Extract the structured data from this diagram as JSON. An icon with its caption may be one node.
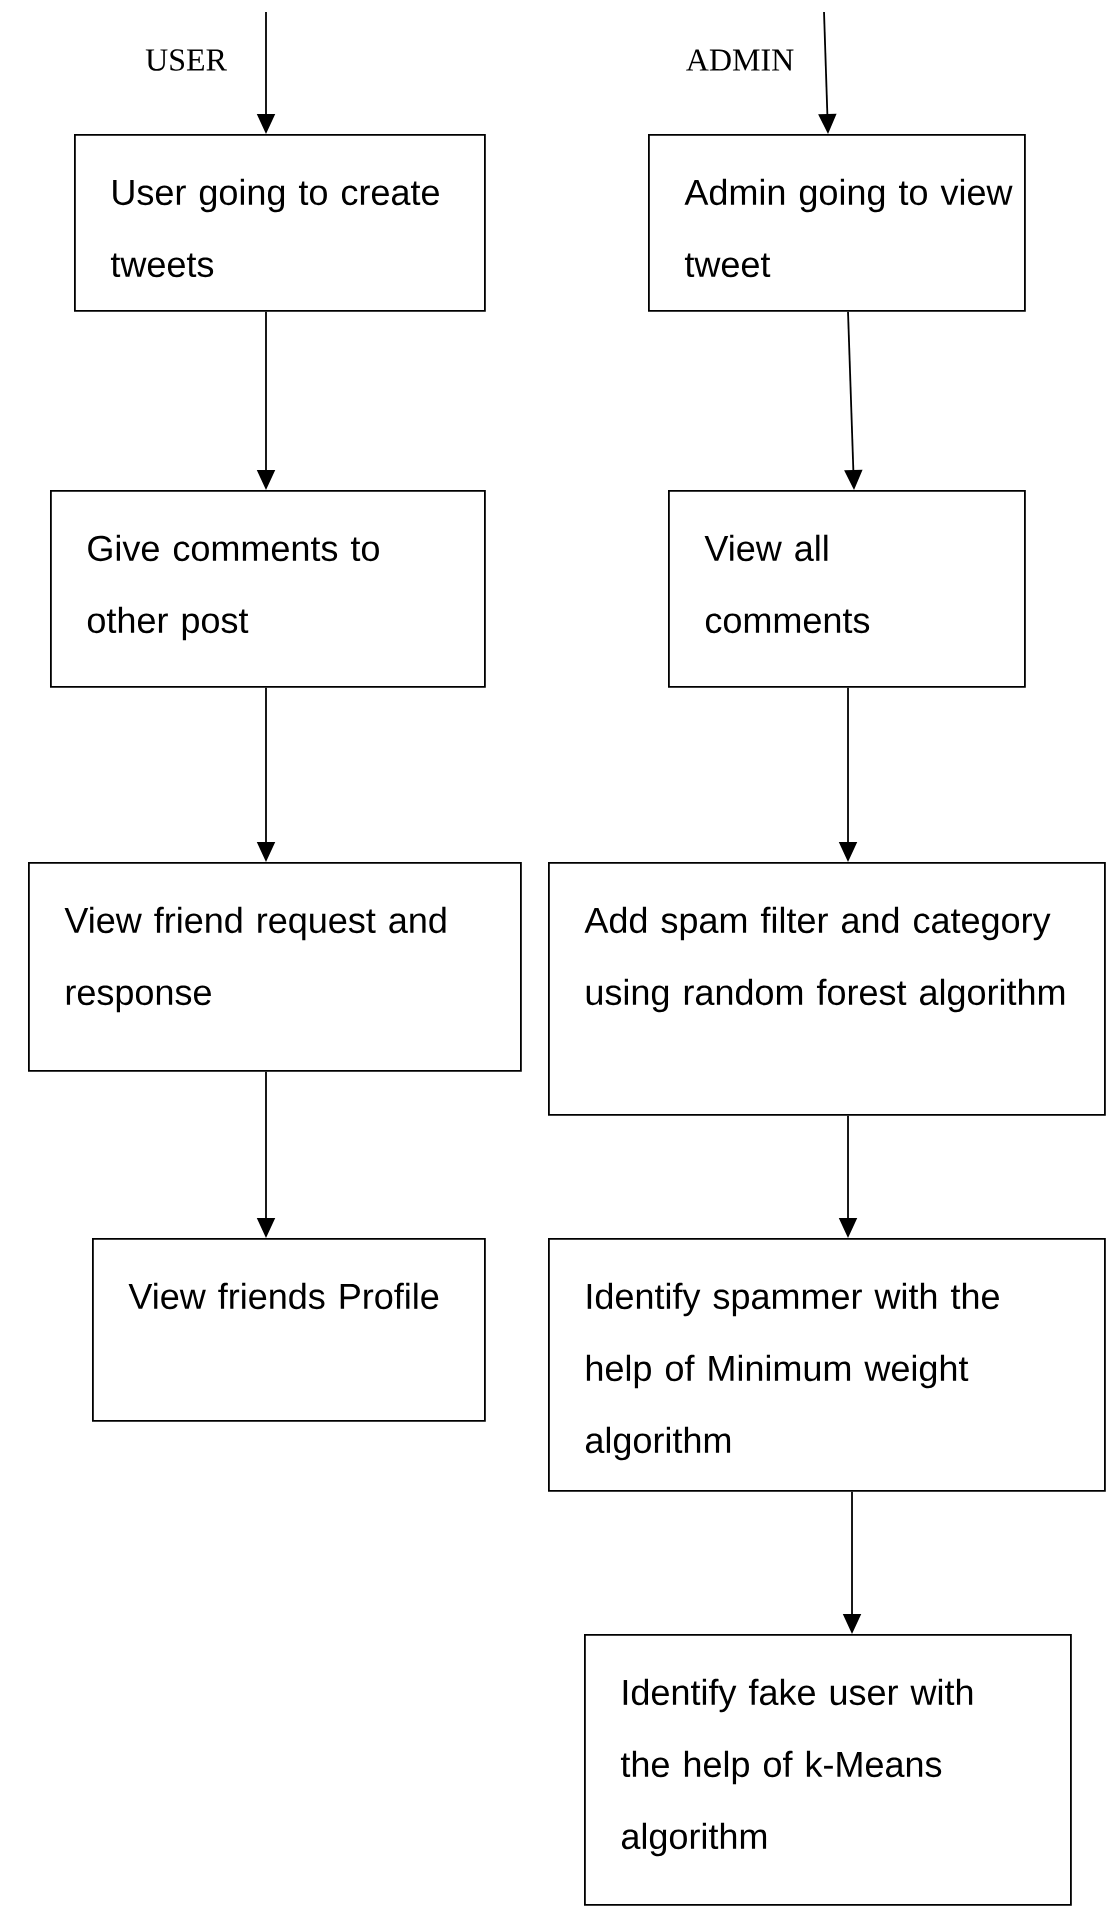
{
  "diagram": {
    "nodes": [
      {
        "text": [
          "User going to create tweets"
        ]
      },
      {
        "text": [
          "Give comments to other post"
        ]
      },
      {
        "text": [
          "View friend request and response"
        ]
      },
      {
        "text": [
          "View friends Profile"
        ]
      },
      {
        "text": [
          "Admin going to view tweet"
        ]
      },
      {
        "text": [
          "View all comments"
        ]
      },
      {
        "text": [
          "Add spam filter and category using random forest algorithm"
        ]
      },
      {
        "text": [
          "Identify spammer with the help of Minimum weight algorithm"
        ]
      },
      {
        "text": [
          "Identify fake user with the help of k-Means algorithm"
        ]
      }
    ],
    "edges": [
      {
        "from": null,
        "to": 0,
        "arrow": "to"
      },
      {
        "from": 0,
        "to": 1,
        "arrow": "to"
      },
      {
        "from": 1,
        "to": 2,
        "arrow": "to"
      },
      {
        "from": 2,
        "to": 3,
        "arrow": "to"
      },
      {
        "from": null,
        "to": 4,
        "arrow": "to"
      },
      {
        "from": 4,
        "to": 5,
        "arrow": "to"
      },
      {
        "from": 5,
        "to": 6,
        "arrow": "to"
      },
      {
        "from": 6,
        "to": 7,
        "arrow": "to"
      },
      {
        "from": 7,
        "to": 8,
        "arrow": "to"
      }
    ],
    "labels": [
      "USER",
      "ADMIN"
    ]
  }
}
